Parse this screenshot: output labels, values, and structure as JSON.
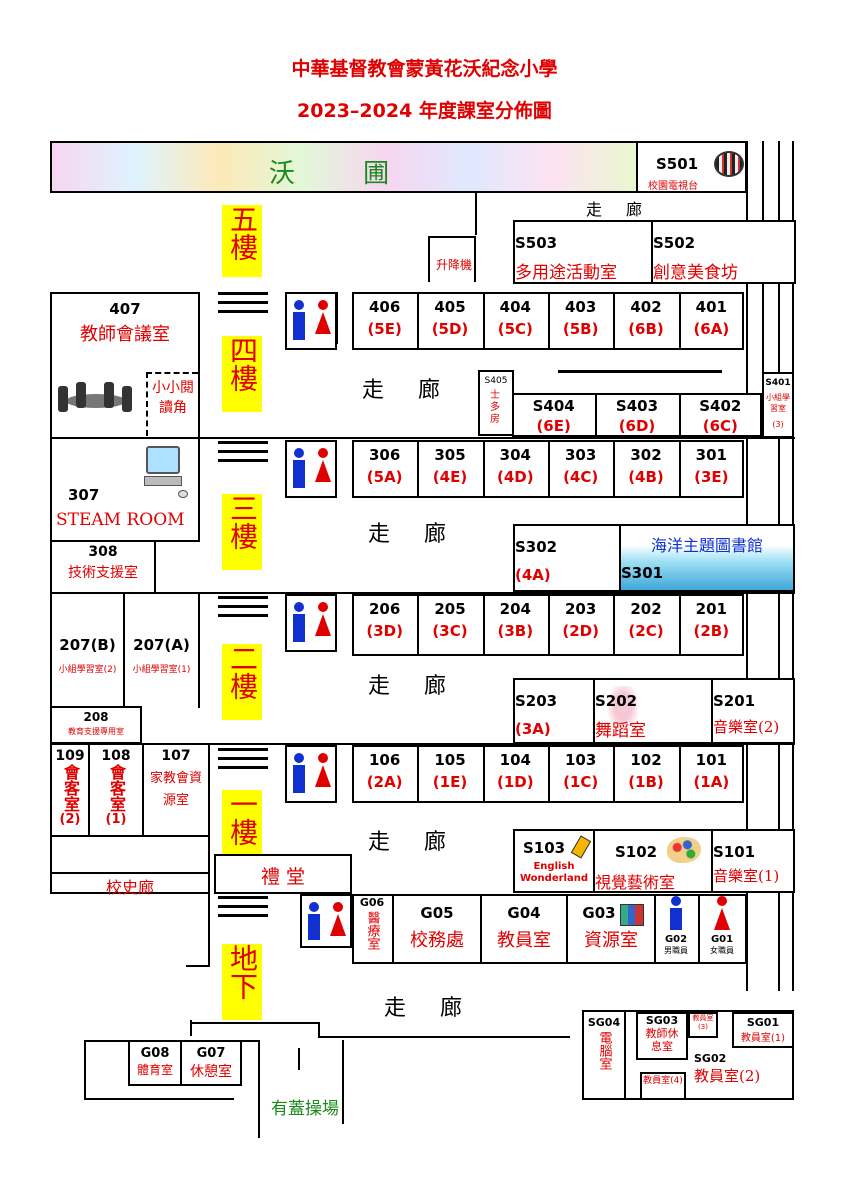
{
  "header": {
    "school": "中華基督教會蒙黃花沃紀念小學",
    "subtitle": "2023–2024 年度課室分佈圖"
  },
  "floors": {
    "f5": "五樓",
    "f4": "四樓",
    "f3": "三樓",
    "f2": "二樓",
    "f1": "一樓",
    "g": "地下"
  },
  "corridor": "走廊",
  "top": {
    "garden": "沃 圃",
    "s501": {
      "num": "S501",
      "label": "校園電視台"
    },
    "lift": "升降機",
    "s503": {
      "num": "S503",
      "label": "多用途活動室"
    },
    "s502": {
      "num": "S502",
      "label": "創意美食坊"
    }
  },
  "floor4": {
    "r407": {
      "num": "407",
      "label": "教師會議室"
    },
    "reading": "小小閱讀角",
    "classes": [
      {
        "num": "406",
        "cls": "(5E)"
      },
      {
        "num": "405",
        "cls": "(5D)"
      },
      {
        "num": "404",
        "cls": "(5C)"
      },
      {
        "num": "403",
        "cls": "(5B)"
      },
      {
        "num": "402",
        "cls": "(6B)"
      },
      {
        "num": "401",
        "cls": "(6A)"
      }
    ],
    "s405": {
      "num": "S405",
      "label": "士多房"
    },
    "s404": {
      "num": "S404",
      "cls": "(6E)"
    },
    "s403": {
      "num": "S403",
      "cls": "(6D)"
    },
    "s402": {
      "num": "S402",
      "cls": "(6C)"
    },
    "s401": {
      "num": "S401",
      "label": "小組學習室",
      "sub": "(3)"
    }
  },
  "floor3": {
    "r307": {
      "num": "307",
      "label": "STEAM ROOM"
    },
    "r308": {
      "num": "308",
      "label": "技術支援室"
    },
    "classes": [
      {
        "num": "306",
        "cls": "(5A)"
      },
      {
        "num": "305",
        "cls": "(4E)"
      },
      {
        "num": "304",
        "cls": "(4D)"
      },
      {
        "num": "303",
        "cls": "(4C)"
      },
      {
        "num": "302",
        "cls": "(4B)"
      },
      {
        "num": "301",
        "cls": "(3E)"
      }
    ],
    "s302": {
      "num": "S302",
      "cls": "(4A)"
    },
    "s301": {
      "num": "S301",
      "label": "海洋主題圖書館"
    }
  },
  "floor2": {
    "r207b": {
      "num": "207(B)",
      "label": "小組學習室(2)"
    },
    "r207a": {
      "num": "207(A)",
      "label": "小組學習室(1)"
    },
    "r208": {
      "num": "208",
      "label": "教育支援專用室"
    },
    "classes": [
      {
        "num": "206",
        "cls": "(3D)"
      },
      {
        "num": "205",
        "cls": "(3C)"
      },
      {
        "num": "204",
        "cls": "(3B)"
      },
      {
        "num": "203",
        "cls": "(2D)"
      },
      {
        "num": "202",
        "cls": "(2C)"
      },
      {
        "num": "201",
        "cls": "(2B)"
      }
    ],
    "s203": {
      "num": "S203",
      "cls": "(3A)"
    },
    "s202": {
      "num": "S202",
      "label": "舞蹈室"
    },
    "s201": {
      "num": "S201",
      "label": "音樂室(2)"
    }
  },
  "floor1": {
    "r109": {
      "num": "109",
      "label": "會客室",
      "sub": "(2)"
    },
    "r108": {
      "num": "108",
      "label": "會客室",
      "sub": "(1)"
    },
    "r107": {
      "num": "107",
      "label": "家教會資源室"
    },
    "classes": [
      {
        "num": "106",
        "cls": "(2A)"
      },
      {
        "num": "105",
        "cls": "(1E)"
      },
      {
        "num": "104",
        "cls": "(1D)"
      },
      {
        "num": "103",
        "cls": "(1C)"
      },
      {
        "num": "102",
        "cls": "(1B)"
      },
      {
        "num": "101",
        "cls": "(1A)"
      }
    ],
    "s103": {
      "num": "S103",
      "label": "English Wonderland"
    },
    "s102": {
      "num": "S102",
      "label": "視覺藝術室"
    },
    "s101": {
      "num": "S101",
      "label": "音樂室(1)"
    },
    "history": "校史廊",
    "hall": "禮 堂"
  },
  "ground": {
    "g06": {
      "num": "G06",
      "label": "醫療室"
    },
    "g05": {
      "num": "G05",
      "label": "校務處"
    },
    "g04": {
      "num": "G04",
      "label": "教員室"
    },
    "g03": {
      "num": "G03",
      "label": "資源室"
    },
    "g02": {
      "num": "G02",
      "label": "男職員"
    },
    "g01": {
      "num": "G01",
      "label": "女職員"
    },
    "g08": {
      "num": "G08",
      "label": "體育室"
    },
    "g07": {
      "num": "G07",
      "label": "休憩室"
    },
    "playground": "有蓋操場",
    "sg04": {
      "num": "SG04",
      "label": "電腦室"
    },
    "sg03": {
      "num": "SG03",
      "label": "教師休息室"
    },
    "sg_staff3": "教員室(3)",
    "sg01": {
      "num": "SG01",
      "label": "教員室(1)"
    },
    "sg02": {
      "num": "SG02",
      "label": "教員室(2)"
    },
    "sg_staff4": "教員室(4)"
  },
  "colors": {
    "red": "#e00000",
    "yellow": "#ffff00",
    "green": "#1a8a1a",
    "blue": "#1030d0"
  }
}
